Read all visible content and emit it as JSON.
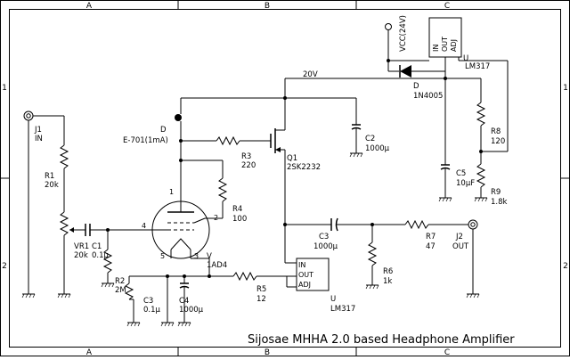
{
  "diagram": {
    "title": "Sijosae MHHA 2.0 based Headphone Amplifier",
    "grid": {
      "cols": [
        "A",
        "B",
        "C"
      ],
      "rows": [
        "1",
        "2"
      ]
    },
    "components": {
      "J1": {
        "ref": "J1",
        "value": "IN"
      },
      "R1": {
        "ref": "R1",
        "value": "20k"
      },
      "VR1": {
        "ref": "VR1",
        "value": "20k"
      },
      "C1": {
        "ref": "C1",
        "value": "0.1μ"
      },
      "R2": {
        "ref": "R2",
        "value": "2M"
      },
      "C3": {
        "ref": "C3",
        "value": "0.1μ"
      },
      "C4": {
        "ref": "C4",
        "value": "1000μ"
      },
      "V": {
        "ref": "V",
        "value": "1AD4"
      },
      "D_led": {
        "ref": "D",
        "value": "E-701(1mA)"
      },
      "R3": {
        "ref": "R3",
        "value": "220"
      },
      "R4": {
        "ref": "R4",
        "value": "100"
      },
      "Q1": {
        "ref": "Q1",
        "value": "2SK2232"
      },
      "C2": {
        "ref": "C2",
        "value": "1000μ"
      },
      "R5": {
        "ref": "R5",
        "value": "12"
      },
      "U2": {
        "ref": "U",
        "value": "LM317"
      },
      "C3b": {
        "ref": "C3",
        "value": "1000μ"
      },
      "R6": {
        "ref": "R6",
        "value": "1k"
      },
      "R7": {
        "ref": "R7",
        "value": "47"
      },
      "J2": {
        "ref": "J2",
        "value": "OUT"
      },
      "D1": {
        "ref": "D",
        "value": "1N4005"
      },
      "U1": {
        "ref": "U",
        "value": "LM317"
      },
      "R8": {
        "ref": "R8",
        "value": "120"
      },
      "R9": {
        "ref": "R9",
        "value": "1.8k"
      },
      "C5": {
        "ref": "C5",
        "value": "10μF"
      }
    },
    "nets": {
      "supply": "VCC(24V)",
      "rail": "20V"
    },
    "regulator_pins": {
      "in": "IN",
      "out": "OUT",
      "adj": "ADJ"
    },
    "tube_pins": {
      "p1": "1",
      "p2": "2",
      "p3": "3",
      "p4": "4",
      "p5": "5"
    }
  }
}
